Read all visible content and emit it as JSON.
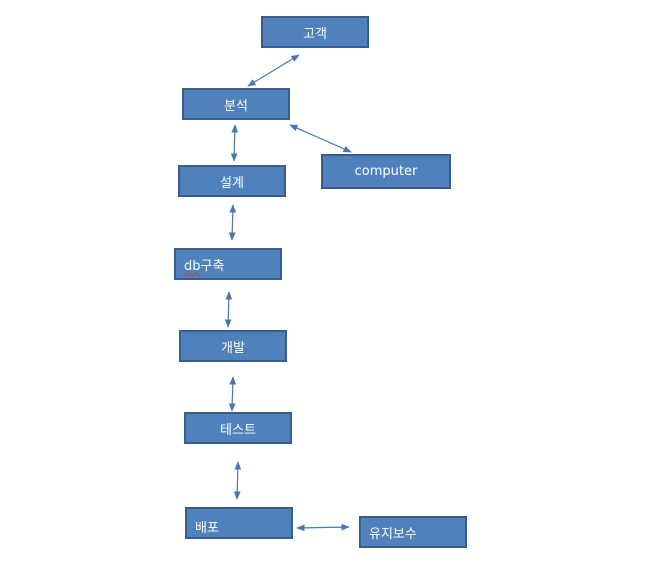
{
  "diagram": {
    "nodes": {
      "customer": "고객",
      "analysis": "분석",
      "computer": "computer",
      "design": "설계",
      "db_build_prefix": "db",
      "db_build_suffix": "구축",
      "development": "개발",
      "test": "테스트",
      "deploy": "배포",
      "maintenance": "유지보수"
    },
    "colors": {
      "box_fill": "#4f81bd",
      "box_border": "#385d8a",
      "arrow": "#4a76b0",
      "text": "#ffffff"
    }
  }
}
